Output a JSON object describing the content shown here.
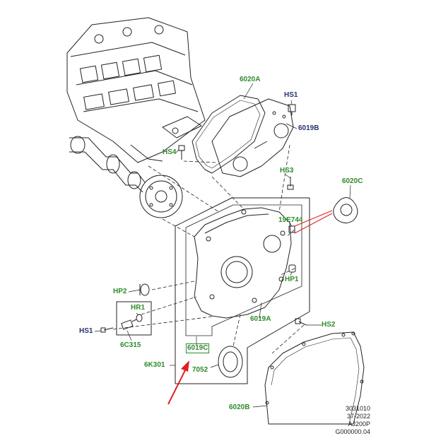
{
  "colors": {
    "label_green": "#2e8b2e",
    "label_navy": "#27336e",
    "pointer_red": "#e02020",
    "line": "#222222"
  },
  "parts": {
    "p6020A": "6020A",
    "p6019B": "6019B",
    "p6020C": "6020C",
    "p6019A": "6019A",
    "p6019C": "6019C",
    "p6C315": "6C315",
    "p6K301": "6K301",
    "p7052": "7052",
    "p6020B": "6020B",
    "p19E744": "19E744",
    "hs1_top": "HS1",
    "hs1_left": "HS1",
    "hs2": "HS2",
    "hs3": "HS3",
    "hs4": "HS4",
    "hp1": "HP1",
    "hp2": "HP2",
    "hr1": "HR1"
  },
  "reference": {
    "line1": "3031010",
    "line2": "37-2022",
    "line3": "AJ200P",
    "line4": "G000000.04"
  }
}
